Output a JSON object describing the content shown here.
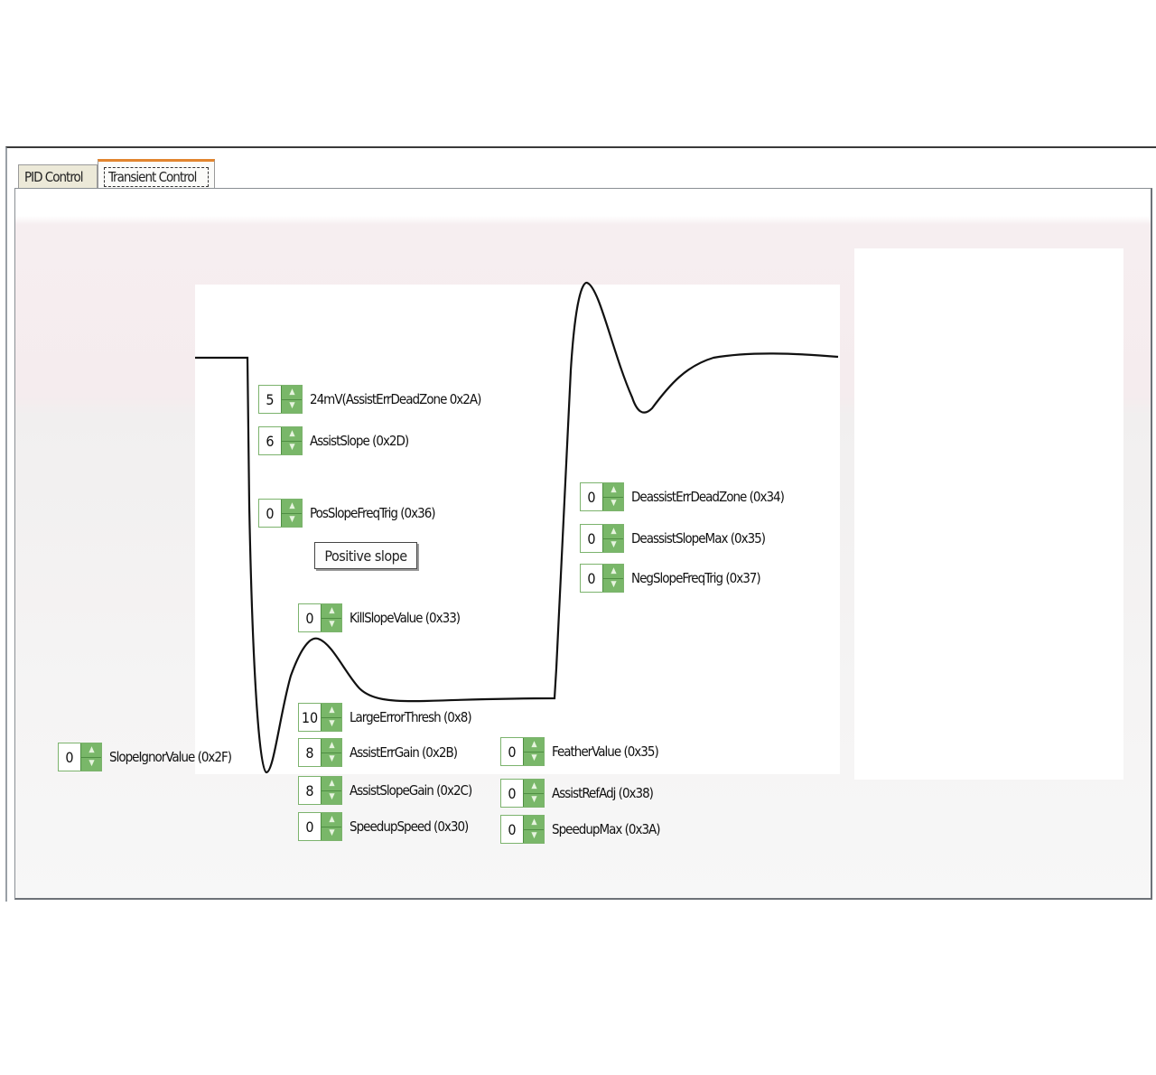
{
  "tabs": [
    {
      "label": "PID Control",
      "active": false
    },
    {
      "label": "Transient Control",
      "active": true
    }
  ],
  "accent_color": "#e2852f",
  "spinner_color": "#79b769",
  "tooltip": "Positive slope",
  "controls": [
    {
      "id": "assist-err-deadzone",
      "value": "5",
      "label": "24mV(AssistErrDeadZone 0x2A)"
    },
    {
      "id": "assist-slope",
      "value": "6",
      "label": "AssistSlope (0x2D)"
    },
    {
      "id": "pos-slope-freq-trig",
      "value": "0",
      "label": "PosSlopeFreqTrig (0x36)"
    },
    {
      "id": "kill-slope-value",
      "value": "0",
      "label": "KillSlopeValue (0x33)"
    },
    {
      "id": "large-error-thresh",
      "value": "10",
      "label": "LargeErrorThresh (0x8)"
    },
    {
      "id": "assist-err-gain",
      "value": "8",
      "label": "AssistErrGain (0x2B)"
    },
    {
      "id": "assist-slope-gain",
      "value": "8",
      "label": "AssistSlopeGain (0x2C)"
    },
    {
      "id": "speedup-speed",
      "value": "0",
      "label": "SpeedupSpeed (0x30)"
    },
    {
      "id": "slope-ignor-value",
      "value": "0",
      "label": "SlopeIgnorValue (0x2F)"
    },
    {
      "id": "deassist-err-deadzone",
      "value": "0",
      "label": "DeassistErrDeadZone (0x34)"
    },
    {
      "id": "deassist-slope-max",
      "value": "0",
      "label": "DeassistSlopeMax (0x35)"
    },
    {
      "id": "neg-slope-freq-trig",
      "value": "0",
      "label": "NegSlopeFreqTrig (0x37)"
    },
    {
      "id": "feather-value",
      "value": "0",
      "label": "FeatherValue (0x35)"
    },
    {
      "id": "assist-ref-adj",
      "value": "0",
      "label": "AssistRefAdj (0x38)"
    },
    {
      "id": "speedup-max",
      "value": "0",
      "label": "SpeedupMax (0x3A)"
    }
  ]
}
